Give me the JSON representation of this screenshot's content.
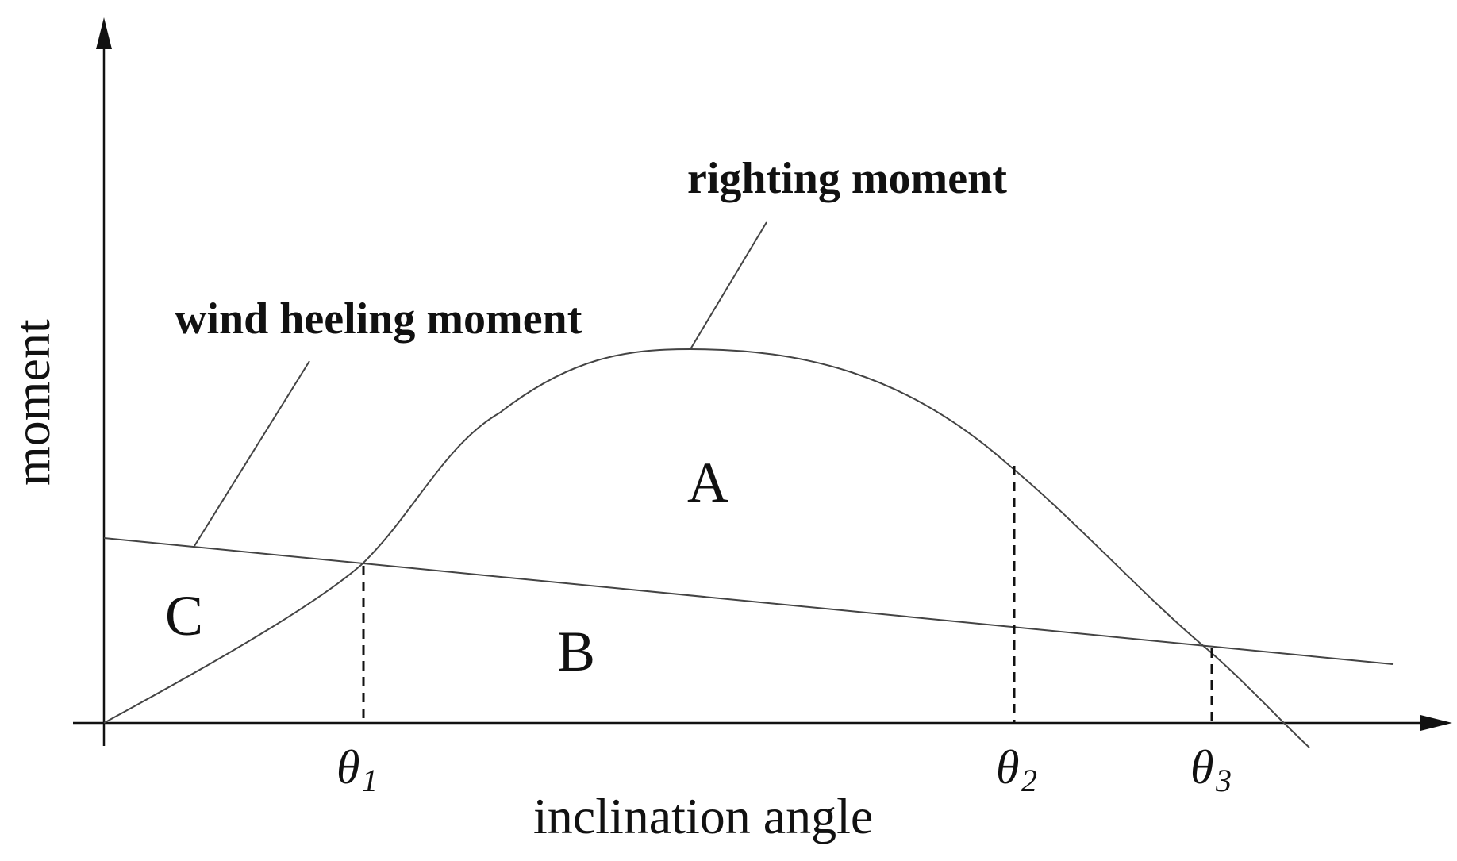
{
  "diagram": {
    "axes": {
      "x_label": "inclination angle",
      "y_label": "moment"
    },
    "curves": {
      "righting_moment_label": "righting moment",
      "wind_heeling_moment_label": "wind heeling moment"
    },
    "regions": {
      "a": "A",
      "b": "B",
      "c": "C"
    },
    "angle_markers": [
      {
        "symbol": "θ",
        "subscript": "1"
      },
      {
        "symbol": "θ",
        "subscript": "2"
      },
      {
        "symbol": "θ",
        "subscript": "3"
      }
    ],
    "colors": {
      "curve": "#444444",
      "axis": "#111111"
    }
  }
}
